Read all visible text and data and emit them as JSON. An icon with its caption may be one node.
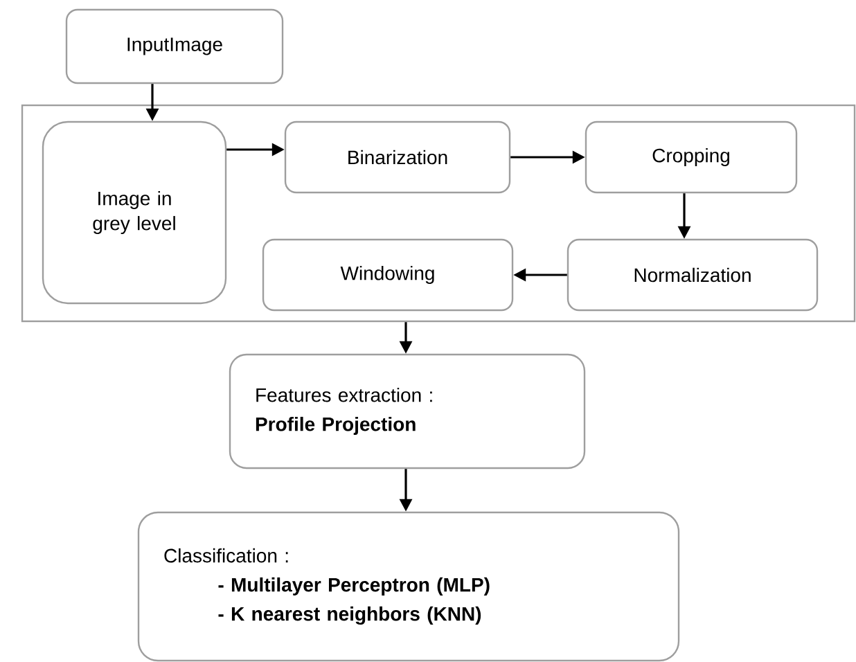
{
  "diagram": {
    "nodes": [
      {
        "text": [
          "InputImage"
        ]
      },
      {
        "text": [],
        "shape": "box"
      },
      {
        "text": [
          "Image in grey level"
        ],
        "in": 1
      },
      {
        "text": [
          "Binarization"
        ],
        "in": 1
      },
      {
        "text": [
          "Cropping"
        ],
        "in": 1
      },
      {
        "text": [
          "Windowing"
        ],
        "in": 1
      },
      {
        "text": [
          "Normalization"
        ],
        "in": 1
      },
      {
        "text": [
          "Features extraction :",
          "Profile Projection"
        ]
      },
      {
        "text": [
          "Classification :",
          "- Multilayer Perceptron (MLP)",
          "- K nearest neighbors (KNN)"
        ]
      }
    ],
    "edges": [
      {
        "from": 0,
        "to": 2,
        "arrow": "to"
      },
      {
        "from": 2,
        "to": 3,
        "arrow": "to"
      },
      {
        "from": 3,
        "to": 4,
        "arrow": "to"
      },
      {
        "from": 4,
        "to": 6,
        "arrow": "to"
      },
      {
        "from": 6,
        "to": 5,
        "arrow": "to"
      },
      {
        "from": 1,
        "to": 7,
        "arrow": "to"
      },
      {
        "from": 7,
        "to": 8,
        "arrow": "to"
      }
    ]
  }
}
